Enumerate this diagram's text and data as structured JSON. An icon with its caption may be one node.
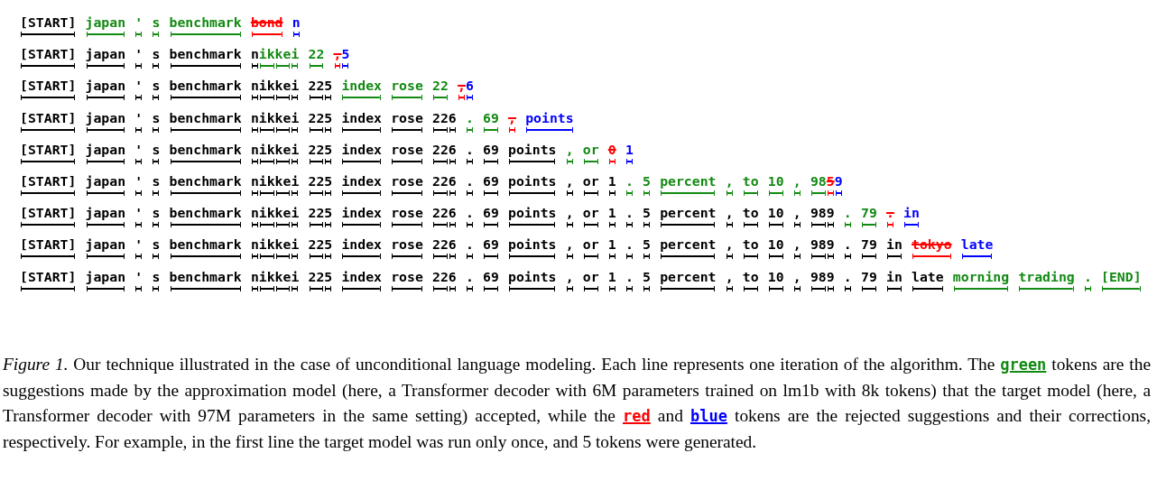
{
  "diagram": {
    "caption": "*Figure 1.* Our technique illustrated in the case of unconditional language modeling. Each line represents one iteration of the algorithm. The **green** tokens are the suggestions made by the approximation model (here, a Transformer decoder with 6M parameters trained on lm1b with 8k tokens) that the target model (here, a Transformer decoder with 97M parameters in the same setting) accepted, while the **red** and **blue** tokens are the rejected suggestions and their corrections, respectively. For example, in the first line the target model was run only once, and 5 tokens were generated.",
    "labels": [
      "[START]",
      "japan",
      "'",
      "s",
      "benchmark",
      "bond",
      "n",
      "[START]",
      "japan",
      "'",
      "s",
      "benchmark",
      "n",
      "ikkei",
      "22",
      ",",
      "5",
      "[START]",
      "japan",
      "'",
      "s",
      "benchmark",
      "nikkei",
      "225",
      "index",
      "rose",
      "22",
      ",",
      "6",
      "[START]",
      "japan",
      "'",
      "s",
      "benchmark",
      "nikkei",
      "225",
      "index",
      "rose",
      "226",
      ".",
      "69",
      ",",
      "points",
      "[START]",
      "japan",
      "'",
      "s",
      "benchmark",
      "nikkei",
      "225",
      "index",
      "rose",
      "226",
      ".",
      "69",
      "points",
      ",",
      "or",
      "0",
      "1",
      "[START]",
      "japan",
      "'",
      "s",
      "benchmark",
      "nikkei",
      "225",
      "index",
      "rose",
      "226",
      ".",
      "69",
      "points",
      ",",
      "or",
      "1",
      ".",
      "5",
      "percent",
      ",",
      "to",
      "10",
      ",",
      "98",
      "5",
      "9",
      "[START]",
      "japan",
      "'",
      "s",
      "benchmark",
      "nikkei",
      "225",
      "index",
      "rose",
      "226",
      ".",
      "69",
      "points",
      ",",
      "or",
      "1",
      ".",
      "5",
      "percent",
      ",",
      "to",
      "10",
      ",",
      "989",
      ".",
      "79",
      ".",
      "in",
      "[START]",
      "japan",
      "'",
      "s",
      "benchmark",
      "nikkei",
      "225",
      "index",
      "rose",
      "226",
      ".",
      "69",
      "points",
      ",",
      "or",
      "1",
      ".",
      "5",
      "percent",
      ",",
      "to",
      "10",
      ",",
      "989",
      ".",
      "79",
      "in",
      "tokyo",
      "late",
      "[START]",
      "japan",
      "'",
      "s",
      "benchmark",
      "nikkei",
      "225",
      "index",
      "rose",
      "226",
      ".",
      "69",
      "points",
      ",",
      "or",
      "1",
      ".",
      "5",
      "percent",
      ",",
      "to",
      "10",
      ",",
      "989",
      ".",
      "79",
      "in",
      "late",
      "morning",
      "trading",
      ".",
      "[END]"
    ]
  }
}
